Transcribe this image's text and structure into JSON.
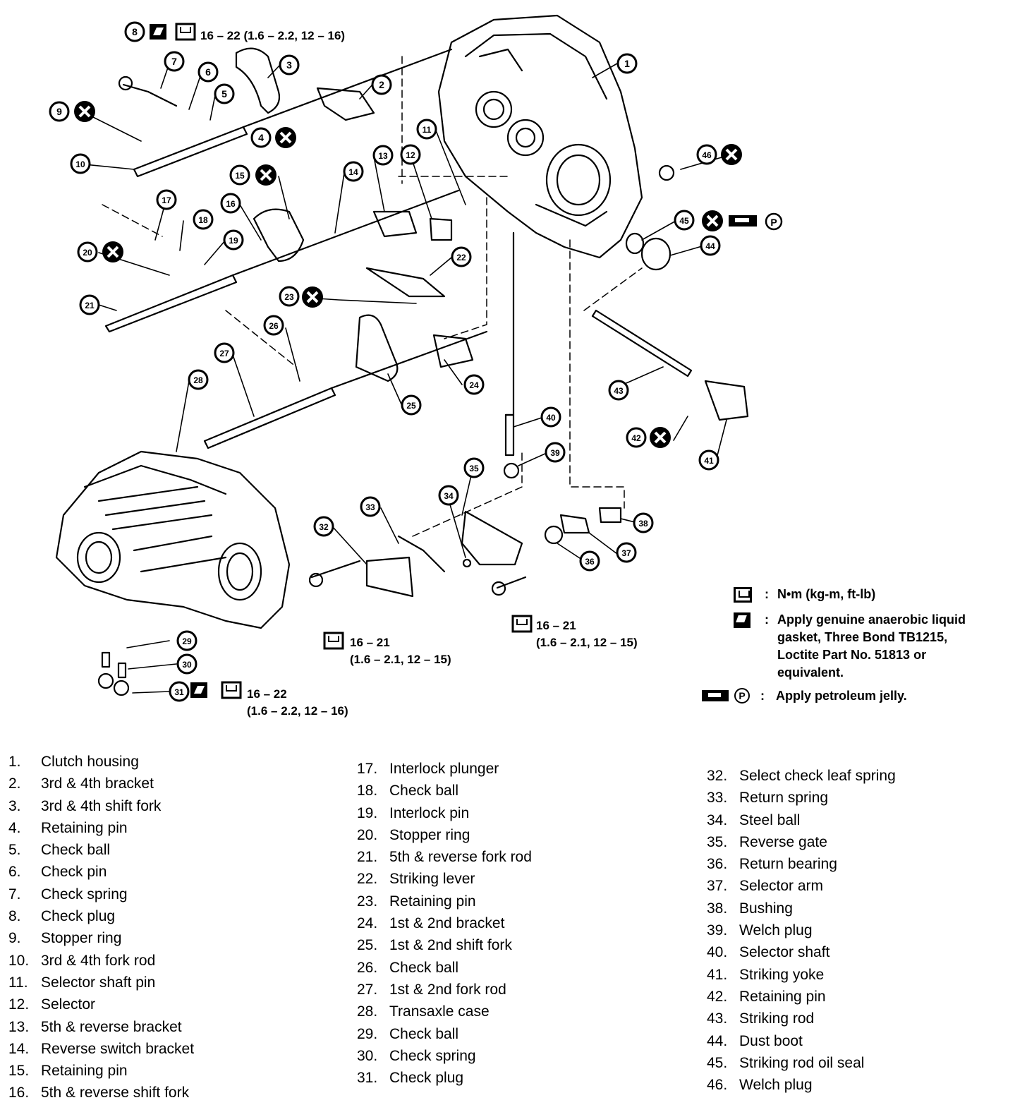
{
  "callouts": [
    {
      "n": "1"
    },
    {
      "n": "2"
    },
    {
      "n": "3"
    },
    {
      "n": "4"
    },
    {
      "n": "5"
    },
    {
      "n": "6"
    },
    {
      "n": "7"
    },
    {
      "n": "8"
    },
    {
      "n": "9"
    },
    {
      "n": "10"
    },
    {
      "n": "11"
    },
    {
      "n": "12"
    },
    {
      "n": "13"
    },
    {
      "n": "14"
    },
    {
      "n": "15"
    },
    {
      "n": "16"
    },
    {
      "n": "17"
    },
    {
      "n": "18"
    },
    {
      "n": "19"
    },
    {
      "n": "20"
    },
    {
      "n": "21"
    },
    {
      "n": "22"
    },
    {
      "n": "23"
    },
    {
      "n": "24"
    },
    {
      "n": "25"
    },
    {
      "n": "26"
    },
    {
      "n": "27"
    },
    {
      "n": "28"
    },
    {
      "n": "29"
    },
    {
      "n": "30"
    },
    {
      "n": "31"
    },
    {
      "n": "32"
    },
    {
      "n": "33"
    },
    {
      "n": "34"
    },
    {
      "n": "35"
    },
    {
      "n": "36"
    },
    {
      "n": "37"
    },
    {
      "n": "38"
    },
    {
      "n": "39"
    },
    {
      "n": "40"
    },
    {
      "n": "41"
    },
    {
      "n": "42"
    },
    {
      "n": "43"
    },
    {
      "n": "44"
    },
    {
      "n": "45"
    },
    {
      "n": "46"
    }
  ],
  "torque_specs": {
    "plug_8": "16 – 22 (1.6 – 2.2, 12 – 16)",
    "bolt_32_line1": "16 – 21",
    "bolt_32_line2": "(1.6 – 2.1, 12 – 15)",
    "bolt_35_line1": "16 – 21",
    "bolt_35_line2": "(1.6 – 2.1, 12 – 15)",
    "plug_31_line1": "16 – 22",
    "plug_31_line2": "(1.6 – 2.2, 12 – 16)"
  },
  "legend": {
    "torque": "N•m (kg-m, ft-lb)",
    "gasket": "Apply genuine anaerobic liquid gasket, Three Bond TB1215, Loctite Part No. 51813 or equivalent.",
    "jelly": "Apply petroleum jelly.",
    "colon": ":",
    "p_symbol": "P"
  },
  "parts": {
    "col1": [
      {
        "num": "1.",
        "name": "Clutch housing"
      },
      {
        "num": "2.",
        "name": "3rd & 4th bracket"
      },
      {
        "num": "3.",
        "name": "3rd & 4th shift fork"
      },
      {
        "num": "4.",
        "name": "Retaining pin"
      },
      {
        "num": "5.",
        "name": "Check ball"
      },
      {
        "num": "6.",
        "name": "Check pin"
      },
      {
        "num": "7.",
        "name": "Check spring"
      },
      {
        "num": "8.",
        "name": "Check plug"
      },
      {
        "num": "9.",
        "name": "Stopper ring"
      },
      {
        "num": "10.",
        "name": "3rd & 4th fork rod"
      },
      {
        "num": "11.",
        "name": "Selector shaft pin"
      },
      {
        "num": "12.",
        "name": "Selector"
      },
      {
        "num": "13.",
        "name": "5th & reverse bracket"
      },
      {
        "num": "14.",
        "name": "Reverse switch bracket"
      },
      {
        "num": "15.",
        "name": "Retaining pin"
      },
      {
        "num": "16.",
        "name": "5th & reverse shift fork"
      }
    ],
    "col2": [
      {
        "num": "17.",
        "name": "Interlock plunger"
      },
      {
        "num": "18.",
        "name": "Check ball"
      },
      {
        "num": "19.",
        "name": "Interlock pin"
      },
      {
        "num": "20.",
        "name": "Stopper ring"
      },
      {
        "num": "21.",
        "name": "5th & reverse fork rod"
      },
      {
        "num": "22.",
        "name": "Striking lever"
      },
      {
        "num": "23.",
        "name": "Retaining pin"
      },
      {
        "num": "24.",
        "name": "1st & 2nd bracket"
      },
      {
        "num": "25.",
        "name": "1st & 2nd shift fork"
      },
      {
        "num": "26.",
        "name": "Check ball"
      },
      {
        "num": "27.",
        "name": "1st & 2nd fork rod"
      },
      {
        "num": "28.",
        "name": "Transaxle case"
      },
      {
        "num": "29.",
        "name": "Check ball"
      },
      {
        "num": "30.",
        "name": "Check spring"
      },
      {
        "num": "31.",
        "name": "Check plug"
      }
    ],
    "col3": [
      {
        "num": "32.",
        "name": "Select check leaf spring"
      },
      {
        "num": "33.",
        "name": "Return spring"
      },
      {
        "num": "34.",
        "name": "Steel ball"
      },
      {
        "num": "35.",
        "name": "Reverse gate"
      },
      {
        "num": "36.",
        "name": "Return bearing"
      },
      {
        "num": "37.",
        "name": "Selector arm"
      },
      {
        "num": "38.",
        "name": "Bushing"
      },
      {
        "num": "39.",
        "name": "Welch plug"
      },
      {
        "num": "40.",
        "name": "Selector shaft"
      },
      {
        "num": "41.",
        "name": "Striking yoke"
      },
      {
        "num": "42.",
        "name": "Retaining pin"
      },
      {
        "num": "43.",
        "name": "Striking rod"
      },
      {
        "num": "44.",
        "name": "Dust boot"
      },
      {
        "num": "45.",
        "name": "Striking rod oil seal"
      },
      {
        "num": "46.",
        "name": "Welch plug"
      }
    ]
  }
}
